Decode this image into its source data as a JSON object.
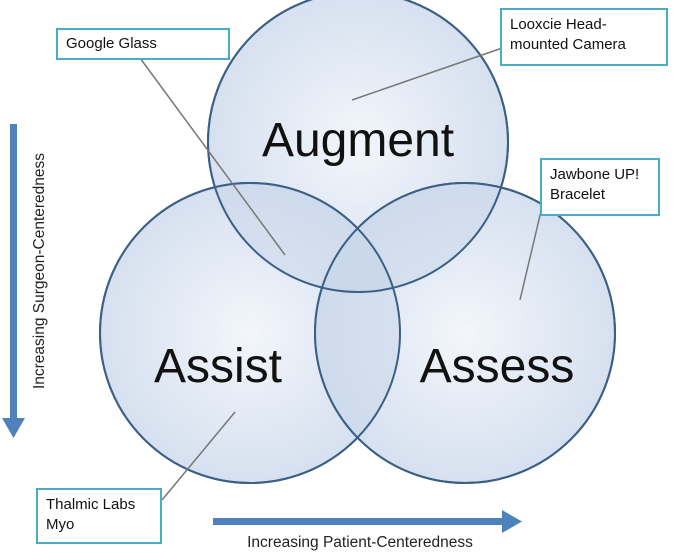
{
  "circles": {
    "augment": "Augment",
    "assist": "Assist",
    "assess": "Assess"
  },
  "callouts": {
    "google_glass": "Google Glass",
    "looxcie": "Looxcie Head-\nmounted Camera",
    "jawbone": "Jawbone UP!\nBracelet",
    "myo": "Thalmic Labs\nMyo"
  },
  "axes": {
    "vertical": "Increasing Surgeon-Centeredness",
    "horizontal": "Increasing Patient-Centeredness"
  },
  "colors": {
    "circle_fill": "#dde7f3",
    "circle_stroke": "#3b5f86",
    "callout_border": "#4bacc6",
    "arrow": "#4f81bd"
  }
}
